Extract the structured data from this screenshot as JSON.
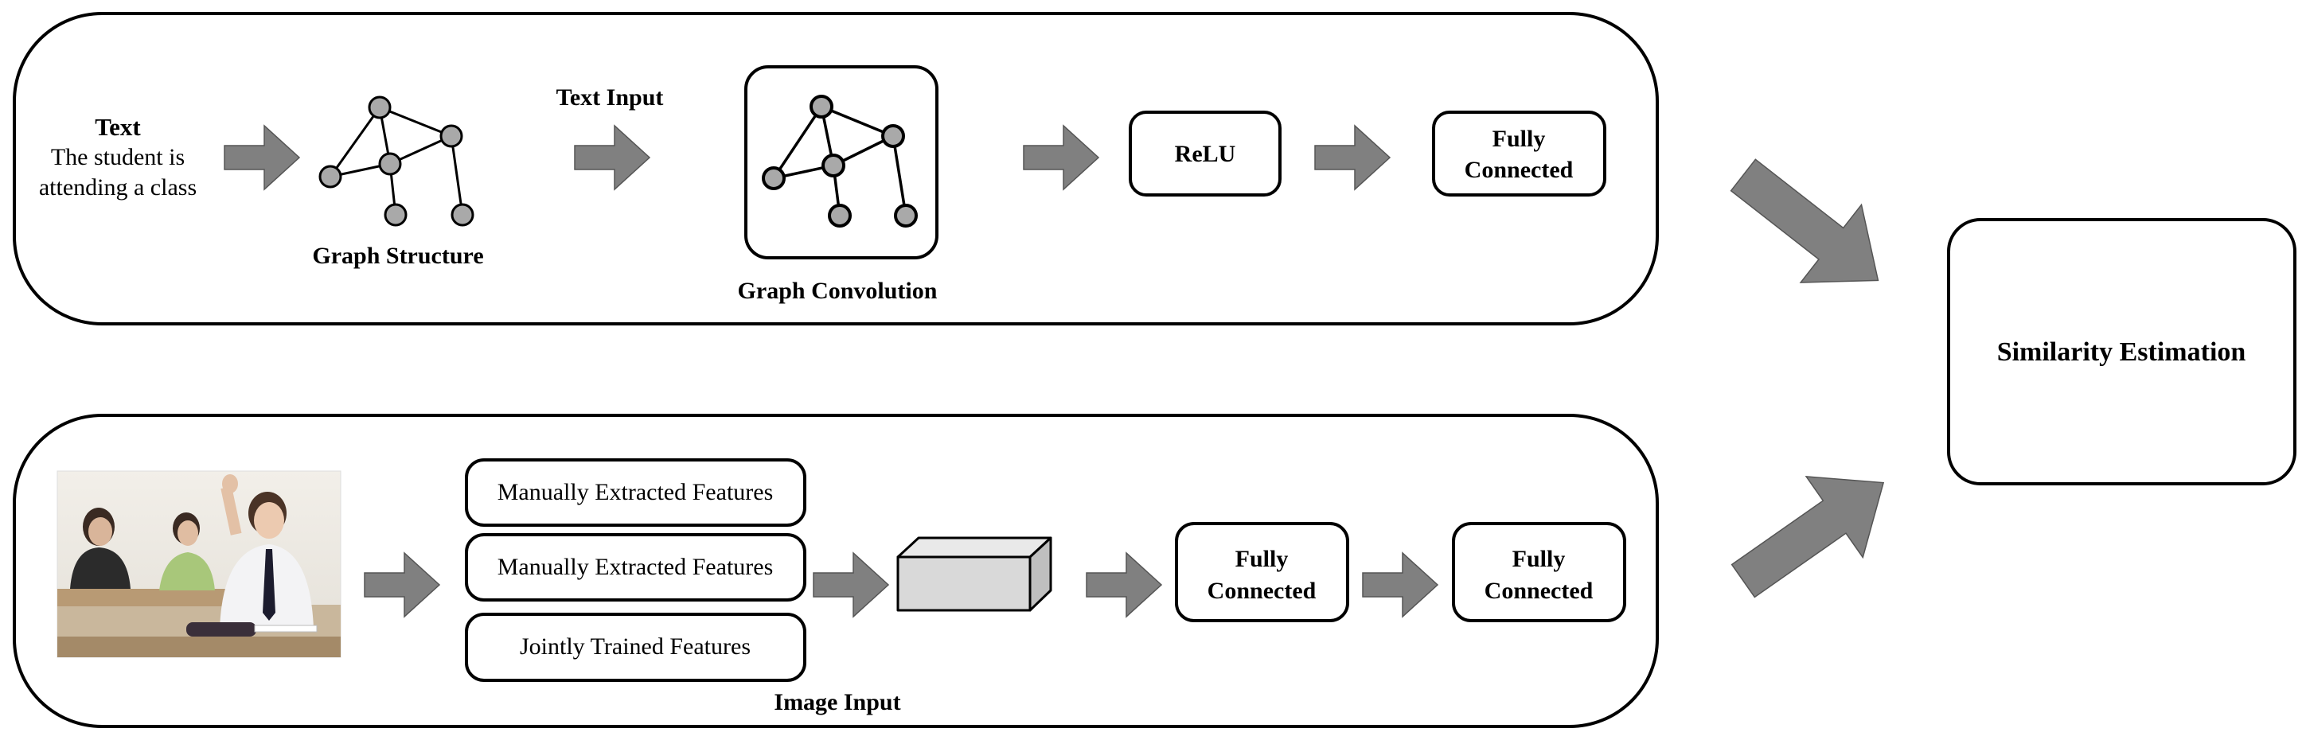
{
  "colors": {
    "arrow": "#808080",
    "node": "#a9a9a9",
    "stroke": "#000000",
    "cube": "#d9d9d9"
  },
  "text_branch": {
    "text_title": "Text",
    "text_line1": "The student is",
    "text_line2": "attending a class",
    "graph_structure_label": "Graph Structure",
    "text_input_label": "Text Input",
    "graph_convolution_label": "Graph Convolution",
    "relu_label": "ReLU",
    "fc_line1": "Fully",
    "fc_line2": "Connected"
  },
  "image_branch": {
    "feature_boxes": [
      "Manually Extracted Features",
      "Manually Extracted Features",
      "Jointly Trained Features"
    ],
    "fc1_line1": "Fully",
    "fc1_line2": "Connected",
    "fc2_line1": "Fully",
    "fc2_line2": "Connected",
    "image_input_label": "Image Input"
  },
  "similarity_label": "Similarity Estimation"
}
